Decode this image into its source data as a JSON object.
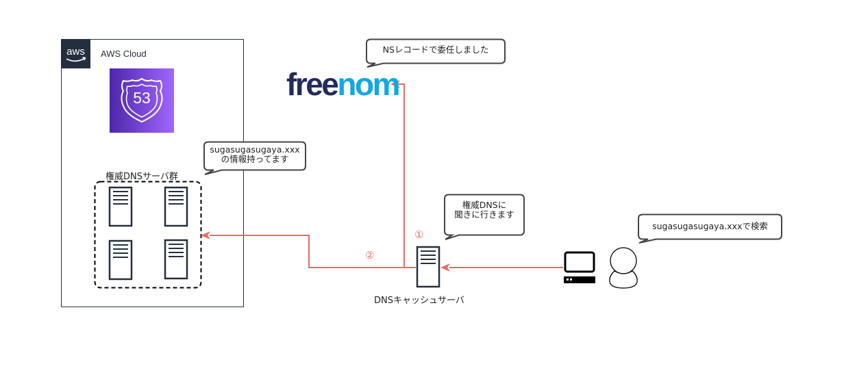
{
  "aws": {
    "group_label": "AWS Cloud",
    "logo_icon": "aws-logo-icon",
    "route53_icon": "route53-shield-icon",
    "route53_number": "53",
    "colors": {
      "group_border": "#232f3e",
      "route53_gradient_start": "#4d27aa",
      "route53_gradient_end": "#a166ff"
    }
  },
  "authoritative_group": {
    "label": "権威DNSサーバ群",
    "server_count": 4
  },
  "freenom": {
    "logo_part1": "free",
    "logo_part2": "nom",
    "colors": {
      "part1": "#242b5c",
      "part2": "#10a9e5"
    }
  },
  "cache_server": {
    "label": "DNSキャッシュサーバ"
  },
  "steps": {
    "step1": "①",
    "step2": "②"
  },
  "callouts": {
    "freenom": "NSレコードで委任しました",
    "authoritative": [
      "sugasugasugaya.xxx",
      "の情報持ってます"
    ],
    "cache": [
      "権威DNSに",
      "聞きに行きます"
    ],
    "user": "sugasugasugaya.xxxで検索"
  },
  "arrows": {
    "color": "#ea6b66"
  }
}
